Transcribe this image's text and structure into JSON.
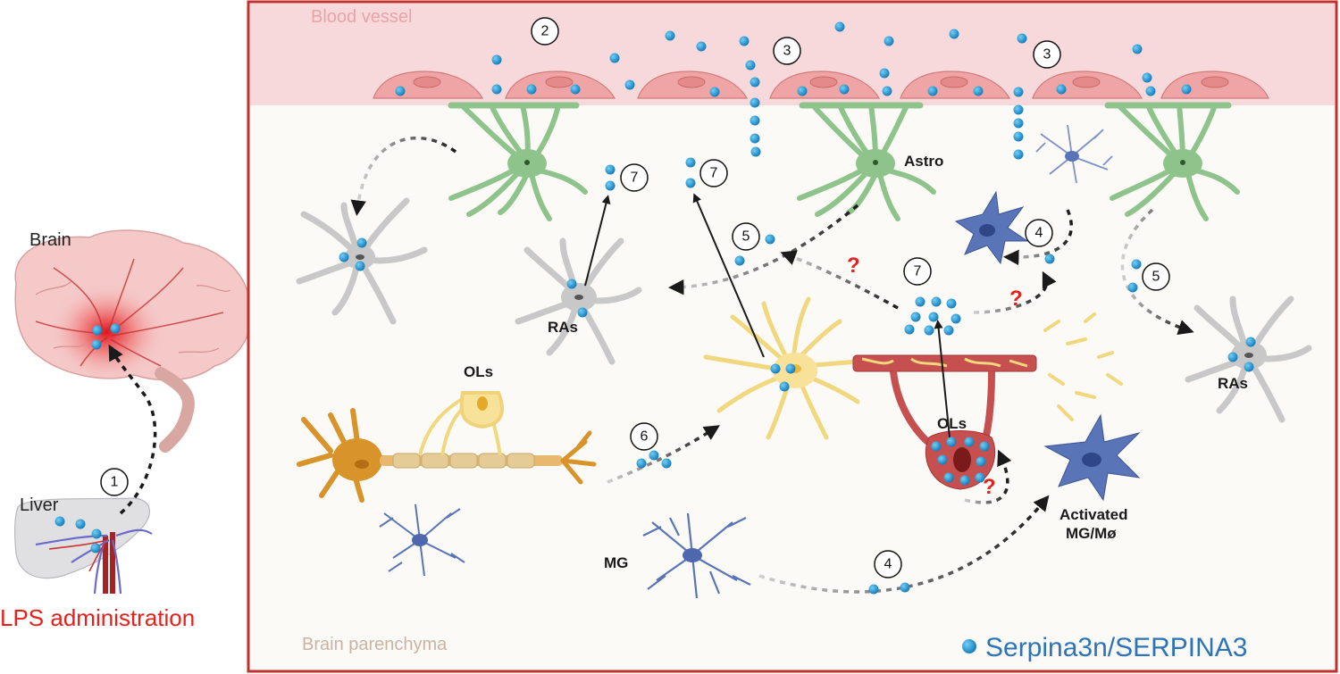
{
  "regions": {
    "blood_vessel": "Blood vessel",
    "brain_parenchyma": "Brain parenchyma"
  },
  "organs": {
    "brain": "Brain",
    "liver": "Liver",
    "lps": "LPS administration"
  },
  "cells": {
    "astro": "Astro",
    "ras_left": "RAs",
    "ras_right": "RAs",
    "ols_top": "OLs",
    "ols_mid": "OLs",
    "mg": "MG",
    "activated_line1": "Activated",
    "activated_line2": "MG/Mø"
  },
  "steps": {
    "s1": "1",
    "s2": "2",
    "s3a": "3",
    "s3b": "3",
    "s4a": "4",
    "s4b": "4",
    "s5a": "5",
    "s5b": "5",
    "s6": "6",
    "s7a": "7",
    "s7b": "7",
    "s7c": "7"
  },
  "unknown_mark": "?",
  "legend": {
    "label": "Serpina3n/SERPINA3"
  },
  "colors": {
    "frame": "#c0302c",
    "vessel": "#f7d9dc",
    "parenchyma": "#fcfaf6",
    "endothelial": "#efa5a5",
    "astrocyte": "#8ec48b",
    "reactive_astrocyte": "#c8c8c8",
    "oligodendrocyte": "#f8e29a",
    "neuron": "#d8932a",
    "microglia": "#5a74b8",
    "serpina3n": "#1a8ccc",
    "lps_text": "#e8201c"
  }
}
